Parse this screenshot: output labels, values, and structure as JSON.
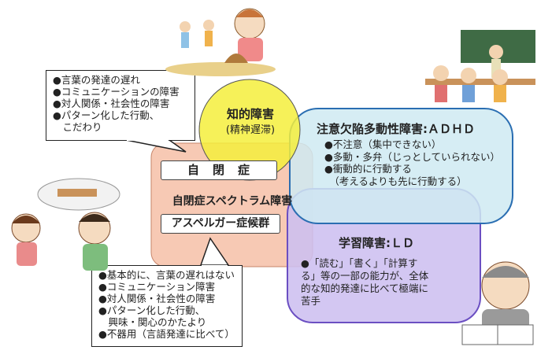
{
  "top_left_callout": {
    "items": [
      "●言葉の発達の遅れ",
      "●コミュニケーションの障害",
      "●対人関係・社会性の障害",
      "●パターン化した行動、",
      "　こだわり"
    ]
  },
  "intellectual": {
    "title": "知的障害",
    "subtitle": "(精神遅滞)"
  },
  "adhd": {
    "title": "注意欠陥多動性障害:ＡＤＨＤ",
    "items": [
      "●不注意（集中できない）",
      "●多動・多弁（じっとしていられない）",
      "●衝動的に行動する",
      "　（考えるよりも先に行動する）"
    ]
  },
  "autism_group": {
    "autism_label": "自　閉　症",
    "spectrum_label": "自閉症スペクトラム障害",
    "asperger_label": "アスペルガー症候群"
  },
  "ld": {
    "title": "学習障害:ＬＤ",
    "lines": [
      "●「読む」「書く」「計算す",
      "る」等の一部の能力が、全体",
      "的な知的発達に比べて極端に",
      "苦手"
    ]
  },
  "bottom_callout": {
    "items": [
      "●基本的に、言葉の遅れはない",
      "●コミュニケーション障害",
      "●対人関係・社会性の障害",
      "●パターン化した行動、",
      "　興味・関心のかたより",
      "●不器用（言語発達に比べて）"
    ]
  },
  "colors": {
    "yellow": "#f5ee3c",
    "cyan": "#cfeaf2",
    "salmon": "#f7c9b4",
    "purple": "#cdbff0",
    "outline_purple": "#6b4fc2",
    "outline_blue": "#2a6eb2"
  }
}
